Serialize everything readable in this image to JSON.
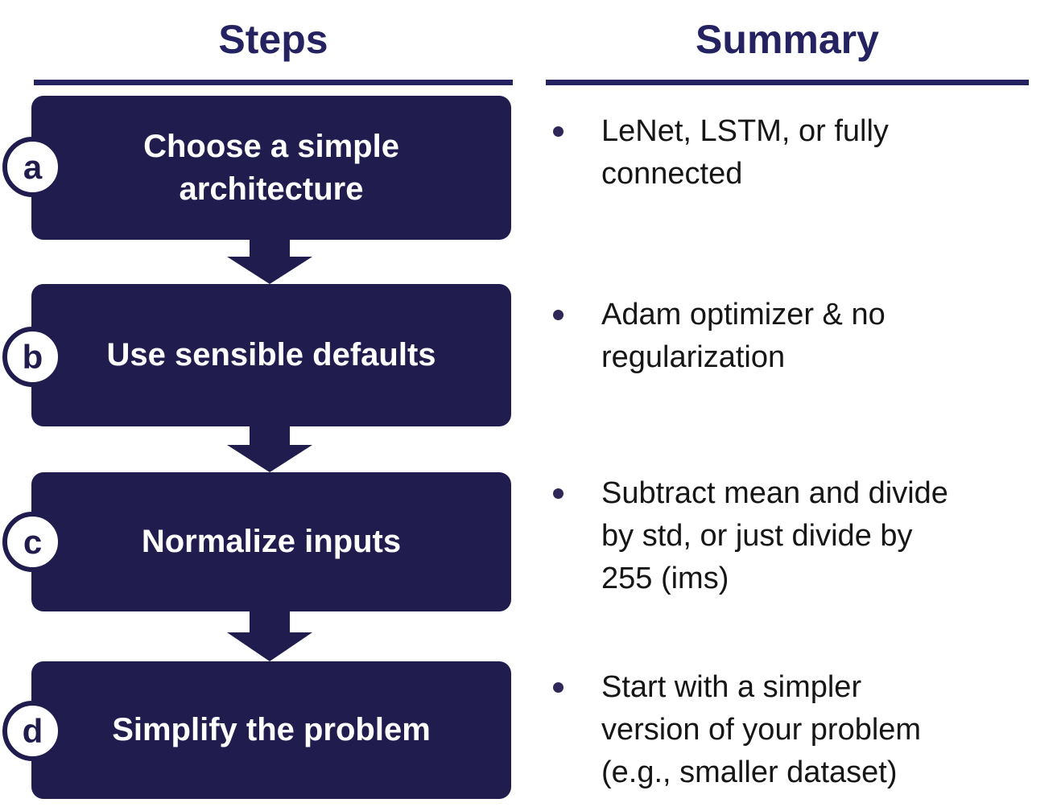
{
  "colors": {
    "box_navy": "#211C4E",
    "title_navy": "#252262",
    "bullet_dot_navy": "#2E2757",
    "body_text": "#161616",
    "box_text": "#ffffff"
  },
  "columns": {
    "steps": {
      "title": "Steps"
    },
    "summary": {
      "title": "Summary"
    }
  },
  "steps": [
    {
      "letter": "a",
      "label": "Choose a simple\narchitecture",
      "summary": "LeNet, LSTM, or fully\nconnected"
    },
    {
      "letter": "b",
      "label": "Use sensible defaults",
      "summary": "Adam optimizer & no\nregularization"
    },
    {
      "letter": "c",
      "label": "Normalize inputs",
      "summary": "Subtract mean and divide\nby std, or just divide by\n255 (ims)"
    },
    {
      "letter": "d",
      "label": "Simplify the problem",
      "summary": "Start with a simpler\nversion of your problem\n(e.g., smaller dataset)"
    }
  ]
}
